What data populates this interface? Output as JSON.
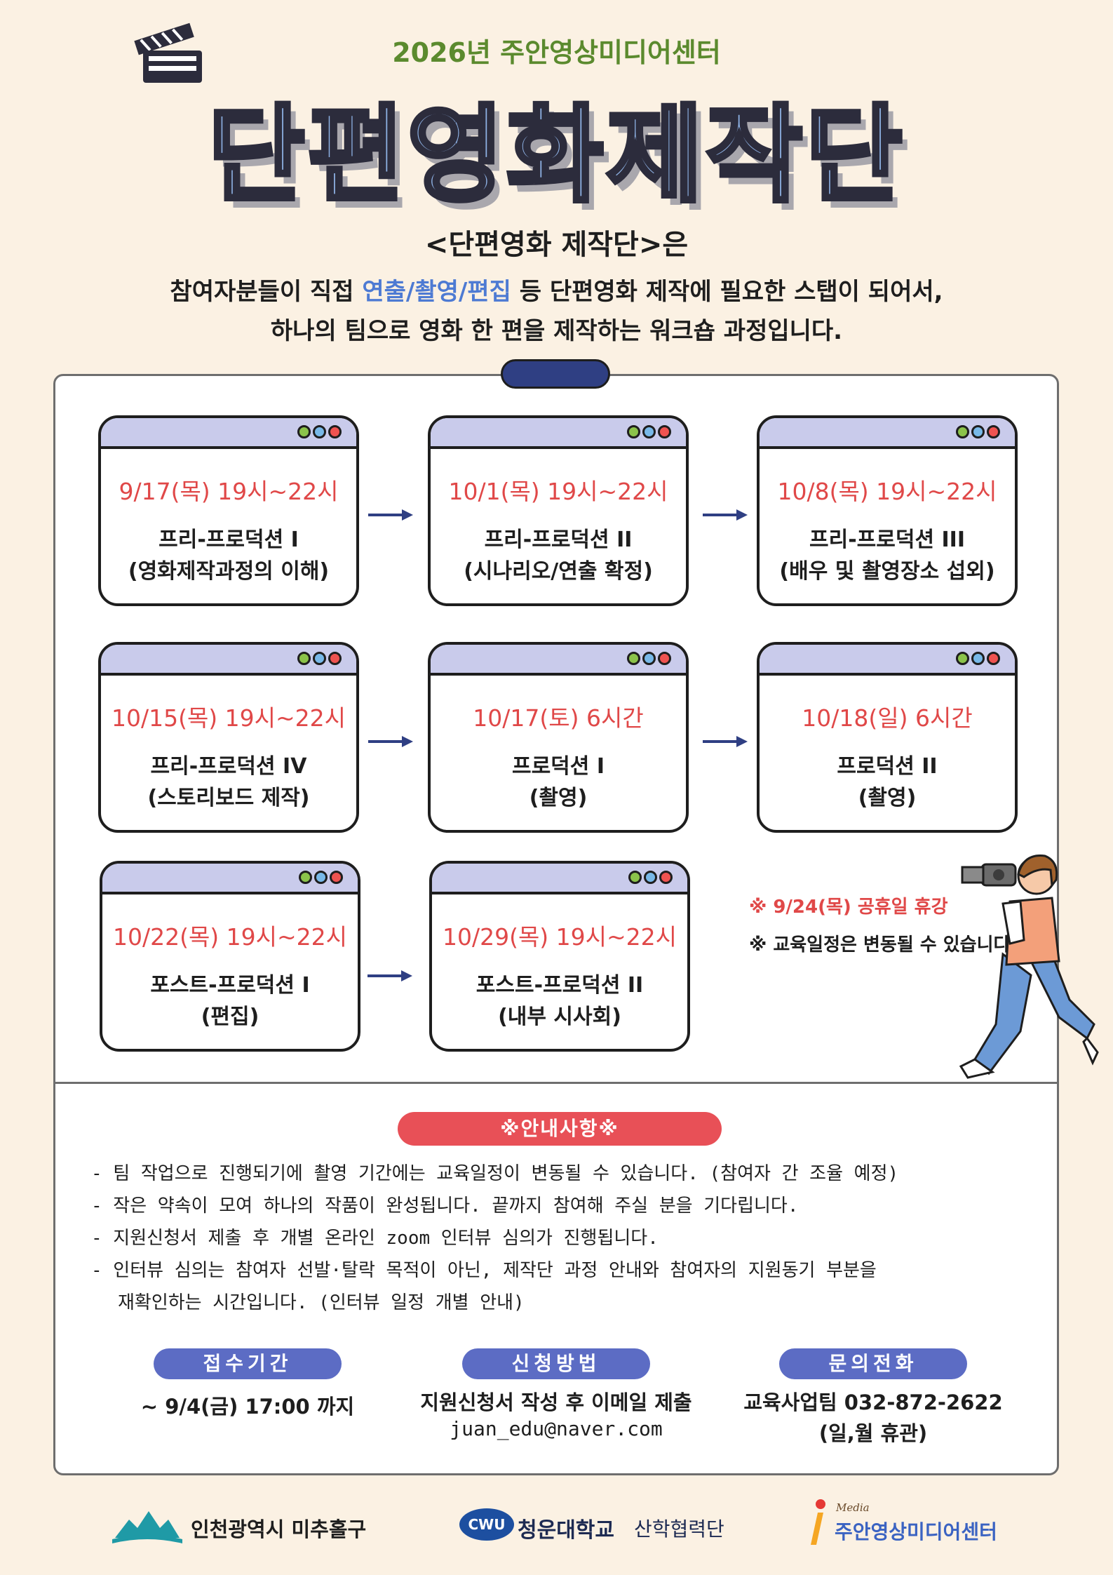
{
  "header": {
    "subtitle": "2026년 주안영상미디어센터",
    "title": "단편영화제작단"
  },
  "intro": {
    "heading": "<단편영화 제작단>은",
    "line1_a": "참여자분들이 직접 ",
    "line1_hl": "연출/촬영/편집",
    "line1_b": " 등 단편영화 제작에 필요한 스탭이 되어서,",
    "line2": "하나의 팀으로 영화 한 편을 제작하는 워크숍 과정입니다."
  },
  "schedule": [
    {
      "date": "9/17(목) 19시~22시",
      "title": "프리-프로덕션 I",
      "sub": "(영화제작과정의 이해)"
    },
    {
      "date": "10/1(목) 19시~22시",
      "title": "프리-프로덕션 II",
      "sub": "(시나리오/연출 확정)"
    },
    {
      "date": "10/8(목) 19시~22시",
      "title": "프리-프로덕션 III",
      "sub": "(배우 및 촬영장소 섭외)"
    },
    {
      "date": "10/15(목) 19시~22시",
      "title": "프리-프로덕션 IV",
      "sub": "(스토리보드 제작)"
    },
    {
      "date": "10/17(토) 6시간",
      "title": "프로덕션 I",
      "sub": "(촬영)"
    },
    {
      "date": "10/18(일) 6시간",
      "title": "프로덕션 II",
      "sub": "(촬영)"
    },
    {
      "date": "10/22(목) 19시~22시",
      "title": "포스트-프로덕션 I",
      "sub": "(편집)"
    },
    {
      "date": "10/29(목) 19시~22시",
      "title": "포스트-프로덕션 II",
      "sub": "(내부 시사회)"
    }
  ],
  "notes": {
    "holiday": "※ 9/24(목) 공휴일 휴강",
    "change": "※ 교육일정은 변동될 수 있습니다."
  },
  "notice": {
    "label": "※안내사항※",
    "items": [
      "- 팀 작업으로 진행되기에 촬영 기간에는 교육일정이 변동될 수 있습니다. (참여자 간 조율 예정)",
      "- 작은 약속이 모여 하나의 작품이 완성됩니다. 끝까지 참여해 주실 분을 기다립니다.",
      "- 지원신청서 제출 후 개별 온라인 zoom 인터뷰 심의가 진행됩니다.",
      "- 인터뷰 심의는 참여자 선발·탈락 목적이 아닌, 제작단 과정 안내와 참여자의 지원동기 부분을",
      "재확인하는 시간입니다. (인터뷰 일정 개별 안내)"
    ]
  },
  "info": {
    "period_label": "접수기간",
    "period_value": "~ 9/4(금) 17:00 까지",
    "method_label": "신청방법",
    "method_value": "지원신청서 작성 후 이메일 제출",
    "method_email": "juan_edu@naver.com",
    "contact_label": "문의전화",
    "contact_value": "교육사업팀 032-872-2622",
    "contact_note": "(일,월 휴관)"
  },
  "footer": {
    "logo1": "인천광역시 미추홀구",
    "logo2_badge": "CWU",
    "logo2_main": "청운대학교",
    "logo2_sub": "산학협력단",
    "logo3_small": "Media",
    "logo3_main": "주안영상미디어센터"
  },
  "colors": {
    "background": "#fbf1e3",
    "accent_red": "#e04848",
    "accent_blue": "#4d7ad3",
    "navy": "#2f3f83",
    "pill_blue": "#5c6cc4",
    "green": "#5b8a2e"
  }
}
